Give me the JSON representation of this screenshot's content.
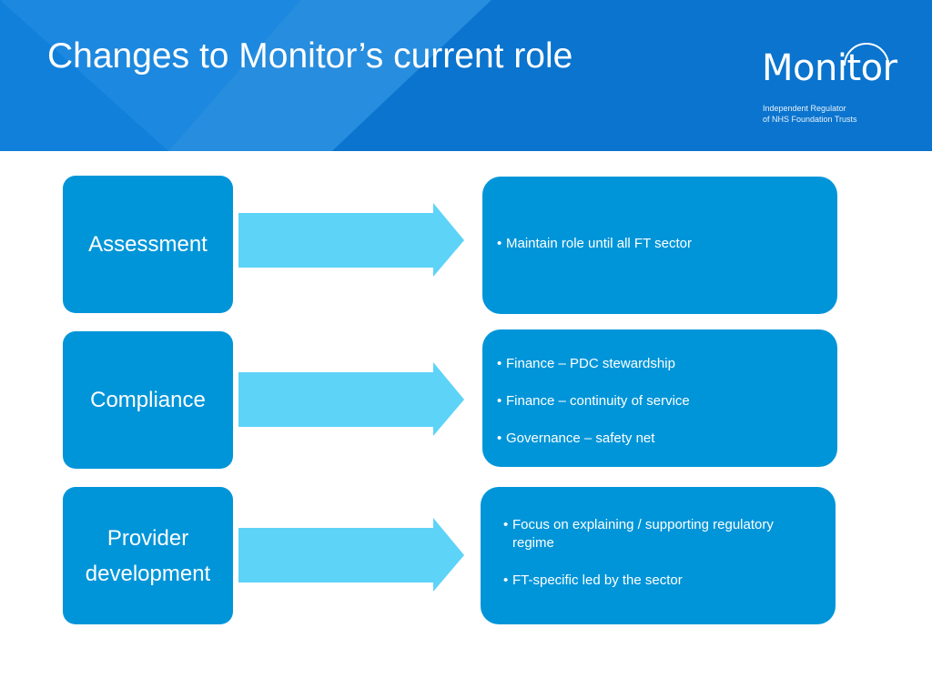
{
  "header": {
    "title": "Changes to Monitor’s current role",
    "logo_word": "Monitor",
    "logo_subtitle_line1": "Independent Regulator",
    "logo_subtitle_line2": "of NHS Foundation Trusts"
  },
  "colors": {
    "header_blue": "#0b78d4",
    "box_blue": "#0095d9",
    "arrow_light_blue": "#5dd3f8"
  },
  "rows": [
    {
      "label_lines": [
        "Assessment"
      ],
      "bullets": [
        "Maintain role until all FT sector"
      ]
    },
    {
      "label_lines": [
        "Compliance"
      ],
      "bullets": [
        "Finance – PDC stewardship",
        "Finance – continuity  of service",
        "Governance – safety net"
      ]
    },
    {
      "label_lines": [
        "Provider",
        "development"
      ],
      "bullets": [
        "Focus on explaining  / supporting regulatory regime",
        "FT-specific led by the sector"
      ]
    }
  ]
}
